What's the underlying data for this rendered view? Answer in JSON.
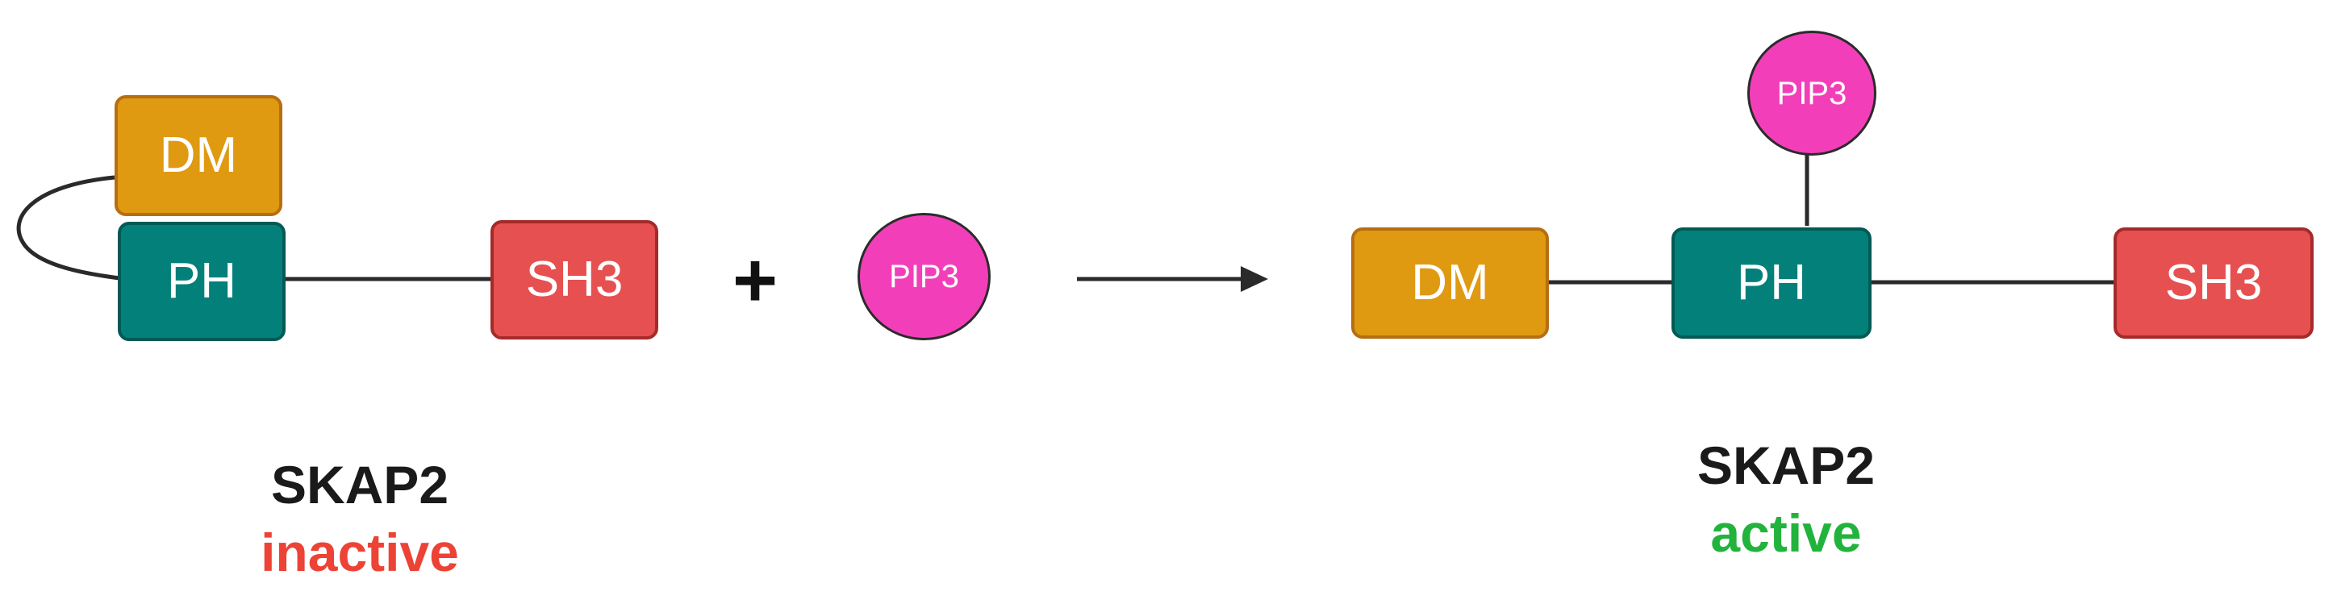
{
  "inactive_state": {
    "domains": {
      "dm": "DM",
      "ph": "PH",
      "sh3": "SH3"
    },
    "name": "SKAP2",
    "state": "inactive",
    "state_color": "#ec4336"
  },
  "operator": "+",
  "free_ligand": "PIP3",
  "active_state": {
    "domains": {
      "dm": "DM",
      "ph": "PH",
      "sh3": "SH3"
    },
    "bound_ligand": "PIP3",
    "name": "SKAP2",
    "state": "active",
    "state_color": "#22b33c"
  },
  "colors": {
    "dm": "#df9a12",
    "ph": "#04807a",
    "sh3": "#e65050",
    "pip3": "#f23fb9"
  }
}
